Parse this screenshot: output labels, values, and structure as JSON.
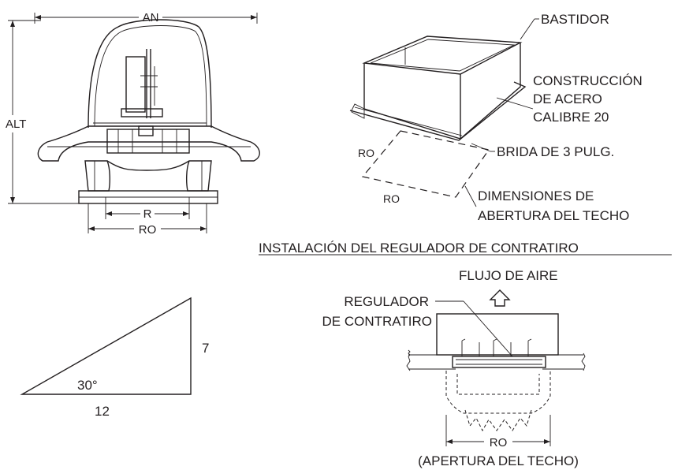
{
  "fan": {
    "an": "AN",
    "alt": "ALT",
    "r": "R",
    "ro": "RO"
  },
  "curb": {
    "bastidor": "BASTIDOR",
    "construction_1": "CONSTRUCCIÓN",
    "construction_2": "DE ACERO",
    "construction_3": "CALIBRE 20",
    "flange": "BRIDA DE 3 PULG.",
    "ro_side_a": "RO",
    "ro_side_b": "RO",
    "opening_1": "DIMENSIONES DE",
    "opening_2": "ABERTURA DEL TECHO"
  },
  "damper": {
    "heading": "INSTALACIÓN DEL REGULADOR DE CONTRATIRO",
    "airflow": "FLUJO DE AIRE",
    "damper_1": "REGULADOR",
    "damper_2": "DE CONTRATIRO",
    "ro": "RO",
    "opening": "(APERTURA DEL TECHO)"
  },
  "pitch": {
    "angle": "30°",
    "rise": "7",
    "run": "12"
  }
}
